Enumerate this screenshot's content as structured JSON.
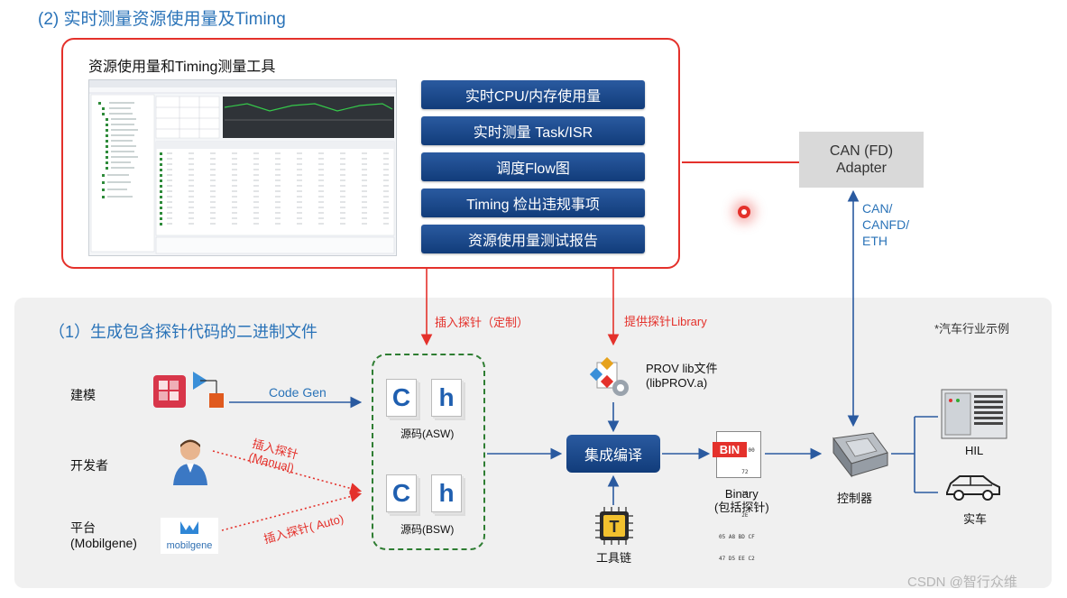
{
  "top_title": "(2) 实时测量资源使用量及Timing",
  "tool_box": {
    "title": "资源使用量和Timing测量工具",
    "features": [
      "实时CPU/内存使用量",
      "实时测量 Task/ISR",
      "调度Flow图",
      "Timing 检出违规事项",
      "资源使用量测试报告"
    ]
  },
  "adapter": {
    "line1": "CAN (FD)",
    "line2": "Adapter"
  },
  "bus_label": {
    "line1": "CAN/",
    "line2": "CANFD/",
    "line3": "ETH"
  },
  "section_title": "（1）生成包含探针代码的二进制文件",
  "note": "*汽车行业示例",
  "arrows": {
    "probe_custom": "插入探针（定制）",
    "provide_library": "提供探针Library",
    "code_gen": "Code Gen",
    "probe_manual_1": "插入探针",
    "probe_manual_2": "(Manual)",
    "probe_auto": "插入探针( Auto)"
  },
  "sources": {
    "modeling": "建模",
    "developer": "开发者",
    "platform_1": "平台",
    "platform_2": "(Mobilgene)",
    "mobilgene_logo": "mobilgene"
  },
  "src_files": {
    "asw_label": "源码(ASW)",
    "bsw_label": "源码(BSW)",
    "c_letter": "C",
    "h_letter": "h"
  },
  "prov_lib": {
    "line1": "PROV lib文件",
    "line2": "(libPROV.a)"
  },
  "compile_button": "集成编译",
  "toolchain": {
    "label": "工具链",
    "chip_letter": "T"
  },
  "binary": {
    "tag": "BIN",
    "hex": [
      "1F BA 0E 00",
      "       72",
      "       20",
      "       2E",
      "05 A8 BD CF",
      "47 D5 EE C2"
    ],
    "line1": "Binary",
    "line2": "(包括探针)"
  },
  "controller_label": "控制器",
  "hil_label": "HIL",
  "car_label": "实车",
  "watermark": "CSDN @智行众维",
  "colors": {
    "accent_blue": "#2a73b8",
    "red": "#e4312b",
    "button_blue": "#113c7a",
    "green_dashed": "#2e7d32"
  }
}
